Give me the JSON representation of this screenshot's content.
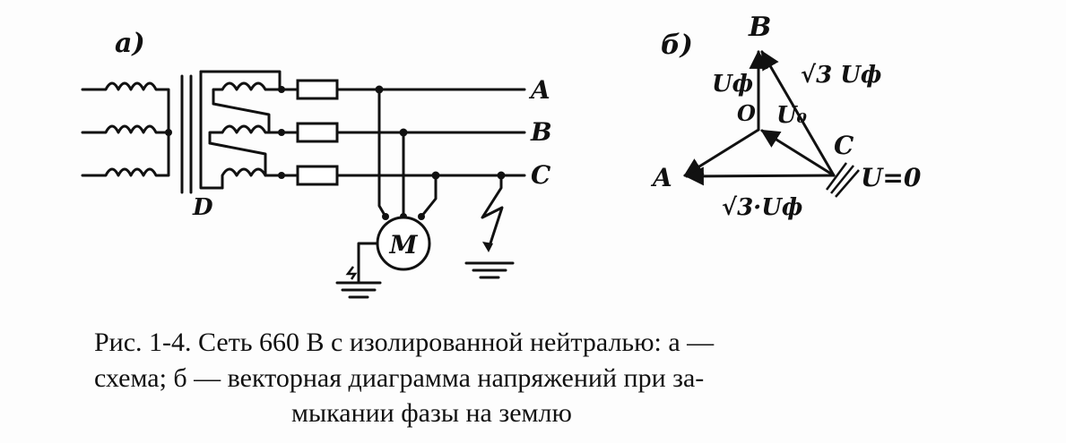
{
  "figure": {
    "panel_a_label": "а)",
    "panel_b_label": "б)",
    "schematic": {
      "transformer_label": "D",
      "motor_label": "M",
      "phase_labels": [
        "A",
        "B",
        "C"
      ]
    },
    "vector_diagram": {
      "vertex_labels": {
        "a": "A",
        "b": "B",
        "c": "C",
        "o": "O"
      },
      "uf_label": "Uф",
      "u0_label": "U₀",
      "sqrt3_uf_top": "√3 Uф",
      "sqrt3_uf_bottom": "√3·Uф",
      "u_zero_label": "U=0"
    },
    "caption": {
      "line1": "Рис. 1-4. Сеть 660 В с изолированной нейтралью: а —",
      "line2": "схема; б — векторная диаграмма напряжений при за-",
      "line3": "мыкании фазы на землю"
    }
  }
}
